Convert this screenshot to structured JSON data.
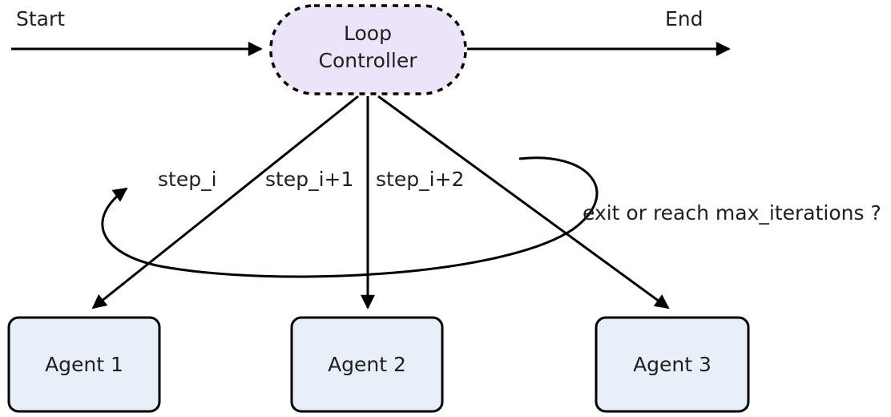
{
  "diagram": {
    "nodes": {
      "start_label": "Start",
      "end_label": "End",
      "loop_controller": {
        "line1": "Loop",
        "line2": "Controller"
      },
      "agents": [
        {
          "label": "Agent 1"
        },
        {
          "label": "Agent 2"
        },
        {
          "label": "Agent 3"
        }
      ]
    },
    "edges": {
      "step_labels": [
        "step_i",
        "step_i+1",
        "step_i+2"
      ],
      "loop_label": "exit or reach max_iterations ?"
    },
    "colors": {
      "controller_fill": "#ece4f9",
      "agent_fill": "#e9eff9",
      "stroke": "#000000",
      "text": "#1f1f1f"
    }
  }
}
